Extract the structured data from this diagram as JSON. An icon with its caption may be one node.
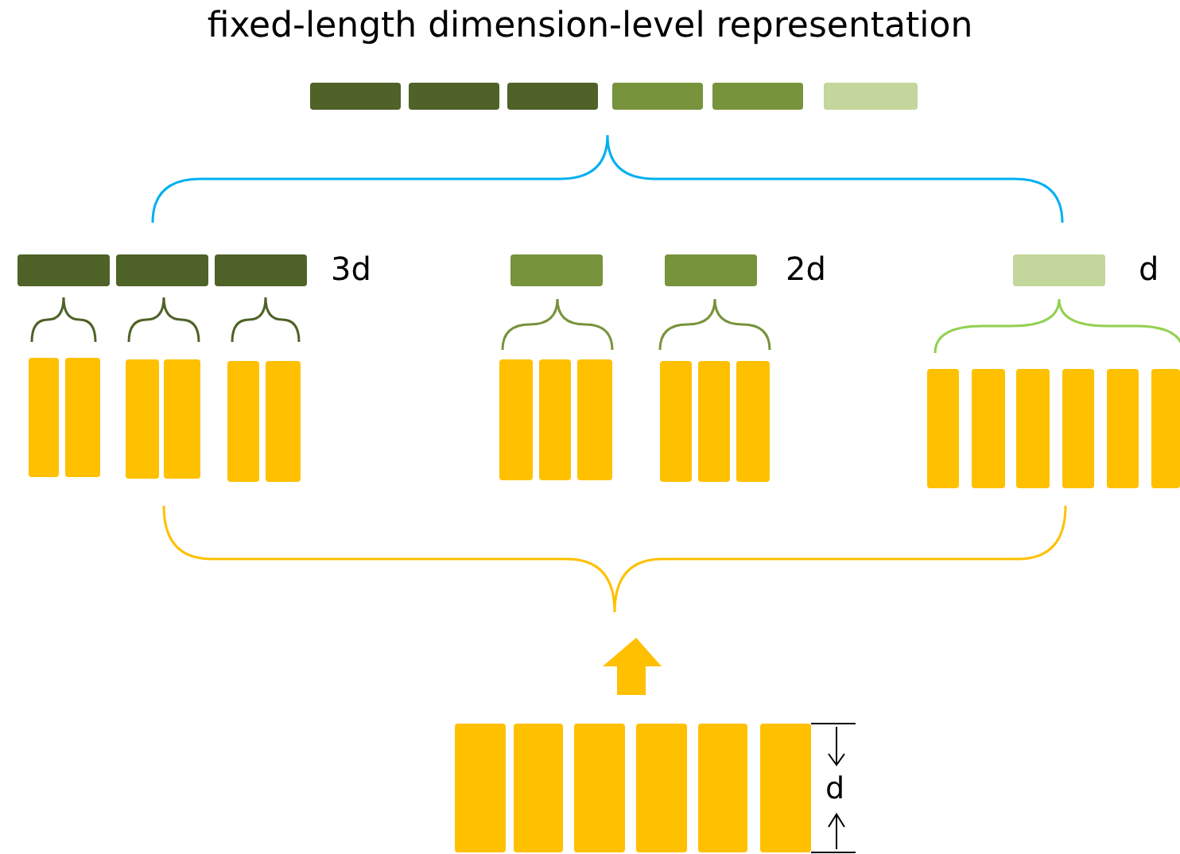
{
  "diagram": {
    "title": "fixed-length dimension-level representation",
    "labels": [
      "3d",
      "2d",
      "d",
      "d"
    ]
  }
}
